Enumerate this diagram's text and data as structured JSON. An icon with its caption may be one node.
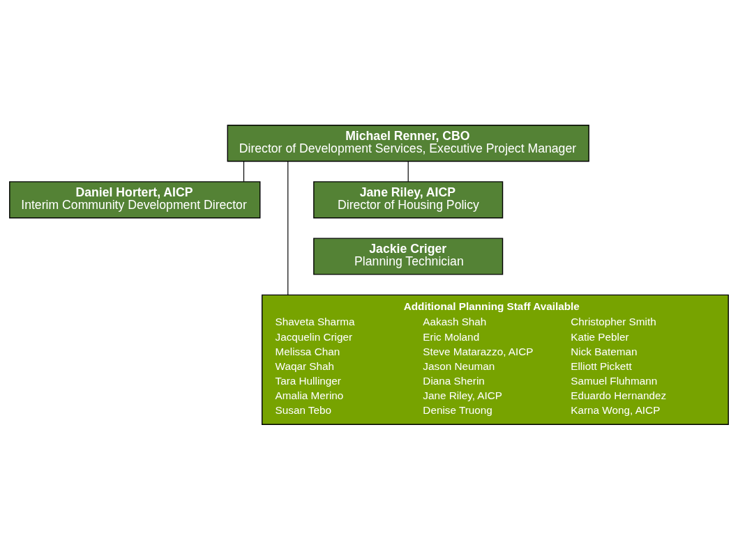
{
  "diagram": {
    "nodes": [
      {
        "text": [
          "Michael Renner, CBO",
          "Director of Development Services, Executive Project Manager"
        ]
      },
      {
        "text": [
          "Daniel Hortert, AICP",
          "Interim Community Development Director"
        ]
      },
      {
        "text": [
          "Jane Riley, AICP",
          "Director of Housing Policy"
        ]
      },
      {
        "text": [
          "Jackie Criger",
          "Planning Technician"
        ]
      },
      {
        "text": [
          "Additional Planning Staff Available",
          "Shaveta Sharma",
          "Jacquelin Criger",
          "Melissa Chan",
          "Waqar Shah",
          "Tara Hullinger",
          "Amalia Merino",
          "Susan Tebo",
          "Aakash Shah",
          "Eric Moland",
          "Steve Matarazzo, AICP",
          "Jason Neuman",
          "Diana Sherin",
          "Jane Riley, AICP",
          "Denise Truong",
          "Christopher Smith",
          "Katie Pebler",
          "Nick Bateman",
          "Elliott Pickett",
          "Samuel Fluhmann",
          "Eduardo Hernandez",
          "Karna Wong, AICP"
        ]
      }
    ],
    "edges": [
      {
        "from": 0,
        "to": 1,
        "arrow": "none"
      },
      {
        "from": 0,
        "to": 2,
        "arrow": "none"
      },
      {
        "from": 0,
        "to": 4,
        "arrow": "none"
      }
    ]
  }
}
